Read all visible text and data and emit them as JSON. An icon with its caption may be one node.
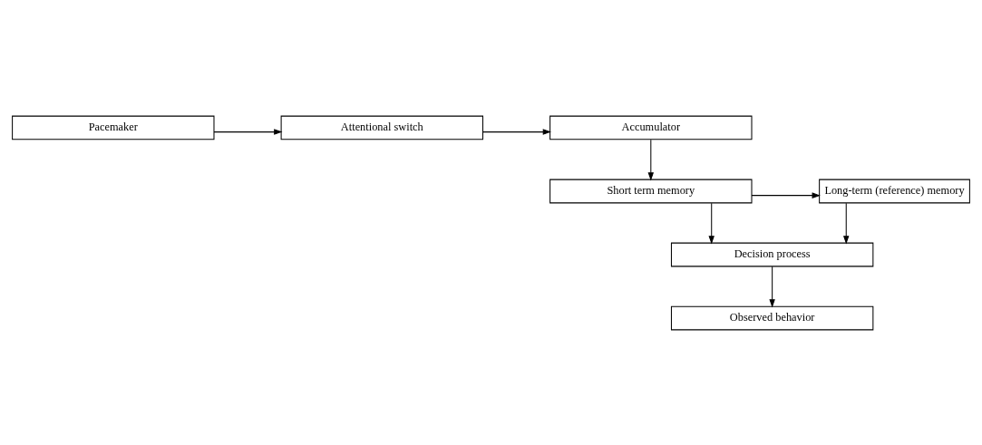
{
  "diagram": {
    "nodes": [
      {
        "text": [
          "Pacemaker"
        ]
      },
      {
        "text": [
          "Attentional switch"
        ]
      },
      {
        "text": [
          "Accumulator"
        ]
      },
      {
        "text": [
          "Long-term (reference) memory"
        ]
      },
      {
        "text": [
          "Short term memory"
        ]
      },
      {
        "text": [
          "Decision process"
        ]
      },
      {
        "text": [
          "Observed behavior"
        ]
      }
    ],
    "edges": [
      {
        "from": 0,
        "to": 1,
        "arrow": "to"
      },
      {
        "from": 1,
        "to": 2,
        "arrow": "to"
      },
      {
        "from": 2,
        "to": 4,
        "arrow": "to"
      },
      {
        "from": 4,
        "to": 3,
        "arrow": "to"
      },
      {
        "from": 3,
        "to": 5,
        "arrow": "to"
      },
      {
        "from": 4,
        "to": 5,
        "arrow": "to"
      },
      {
        "from": 5,
        "to": 6,
        "arrow": "to"
      }
    ]
  }
}
